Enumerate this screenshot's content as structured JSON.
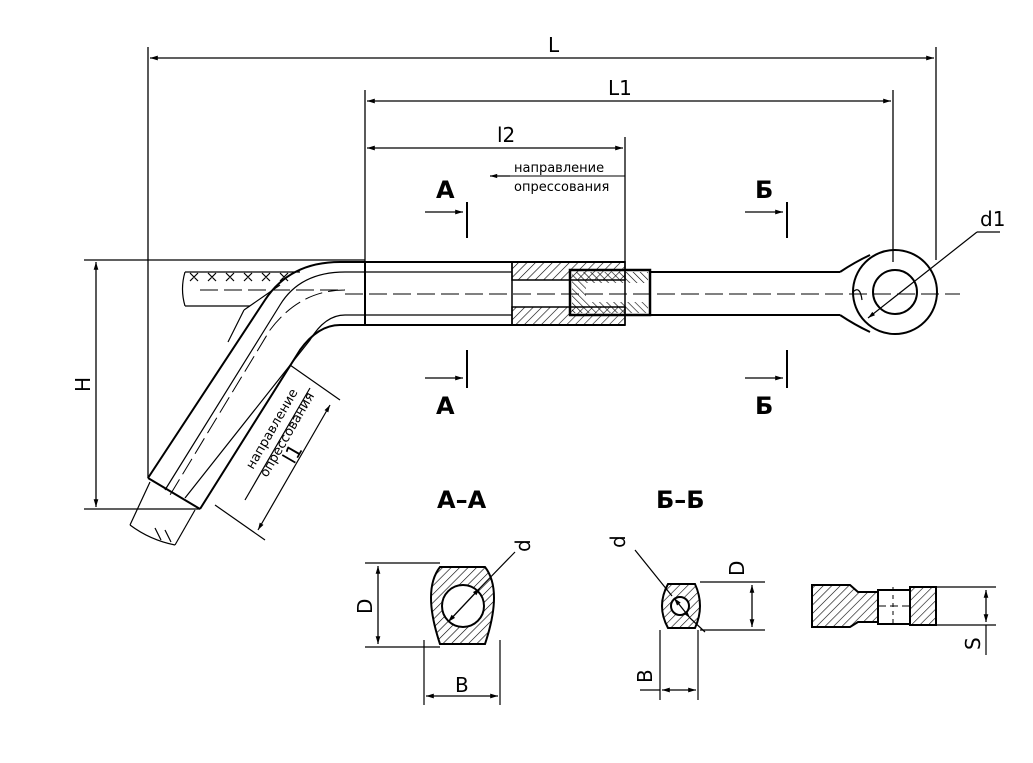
{
  "dimensions": {
    "L": "L",
    "L1": "L1",
    "l2": "l2",
    "l1": "l1",
    "H": "H",
    "d1": "d1",
    "d": "d",
    "D": "D",
    "B": "B",
    "S": "S"
  },
  "notes": {
    "press_dir_line1": "направление",
    "press_dir_line2": "опрессования"
  },
  "sections": {
    "A": "А",
    "B": "Б",
    "AA": "А–А",
    "BB": "Б–Б"
  },
  "colors": {
    "line": "#000000",
    "background": "#ffffff"
  }
}
